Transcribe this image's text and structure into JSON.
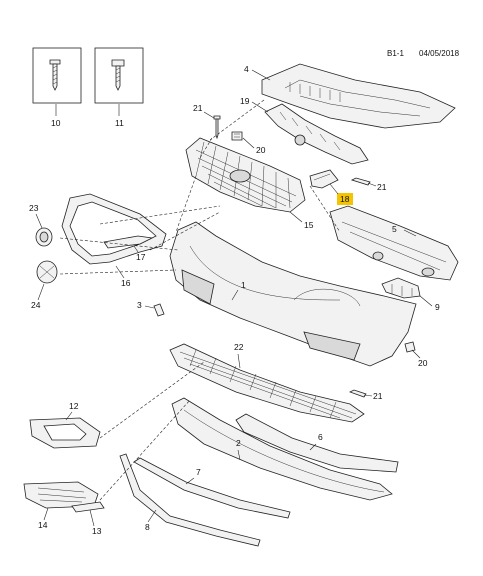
{
  "header": {
    "code": "B1-1",
    "date": "04/05/2018"
  },
  "callouts": {
    "p1": "1",
    "p2": "2",
    "p3": "3",
    "p4": "4",
    "p5": "5",
    "p6": "6",
    "p7": "7",
    "p8": "8",
    "p9": "9",
    "p10": "10",
    "p11": "11",
    "p12": "12",
    "p13": "13",
    "p14": "14",
    "p15": "15",
    "p16": "16",
    "p17": "17",
    "p18": "18",
    "p19": "19",
    "p20a": "20",
    "p20b": "20",
    "p21a": "21",
    "p21b": "21",
    "p21c": "21",
    "p22": "22",
    "p23": "23",
    "p24": "24"
  },
  "colors": {
    "highlight": "#f5c400",
    "line": "#222222",
    "part_fill": "#f2f2f2"
  }
}
